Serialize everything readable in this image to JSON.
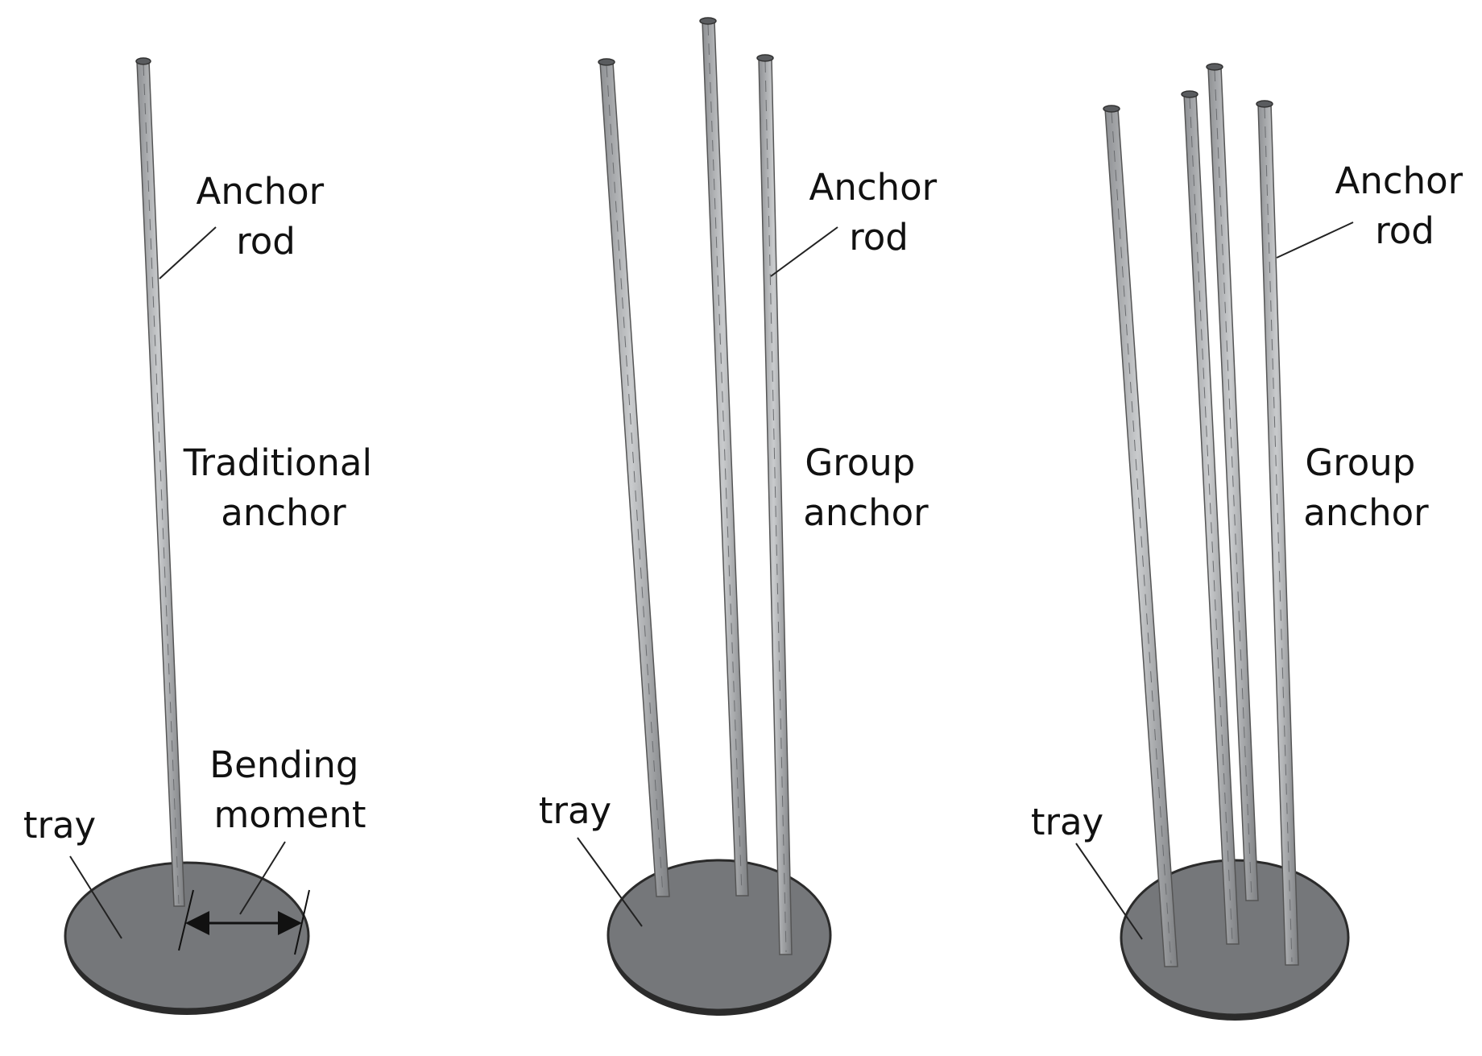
{
  "panels": [
    {
      "rod_label_line1": "Anchor",
      "rod_label_line2": "rod",
      "type_label_line1": "Traditional",
      "type_label_line2": "anchor",
      "tray_label": "tray",
      "moment_label_line1": "Bending",
      "moment_label_line2": "moment"
    },
    {
      "rod_label_line1": "Anchor",
      "rod_label_line2": "rod",
      "type_label_line1": "Group",
      "type_label_line2": "anchor",
      "tray_label": "tray"
    },
    {
      "rod_label_line1": "Anchor",
      "rod_label_line2": "rod",
      "type_label_line1": "Group",
      "type_label_line2": "anchor",
      "tray_label": "tray"
    }
  ],
  "colors": {
    "tray_fill": "#75777a",
    "tray_edge": "#2b2b2b",
    "rod_fill": "#a9abad",
    "rod_edge": "#555555",
    "text": "#111111"
  }
}
